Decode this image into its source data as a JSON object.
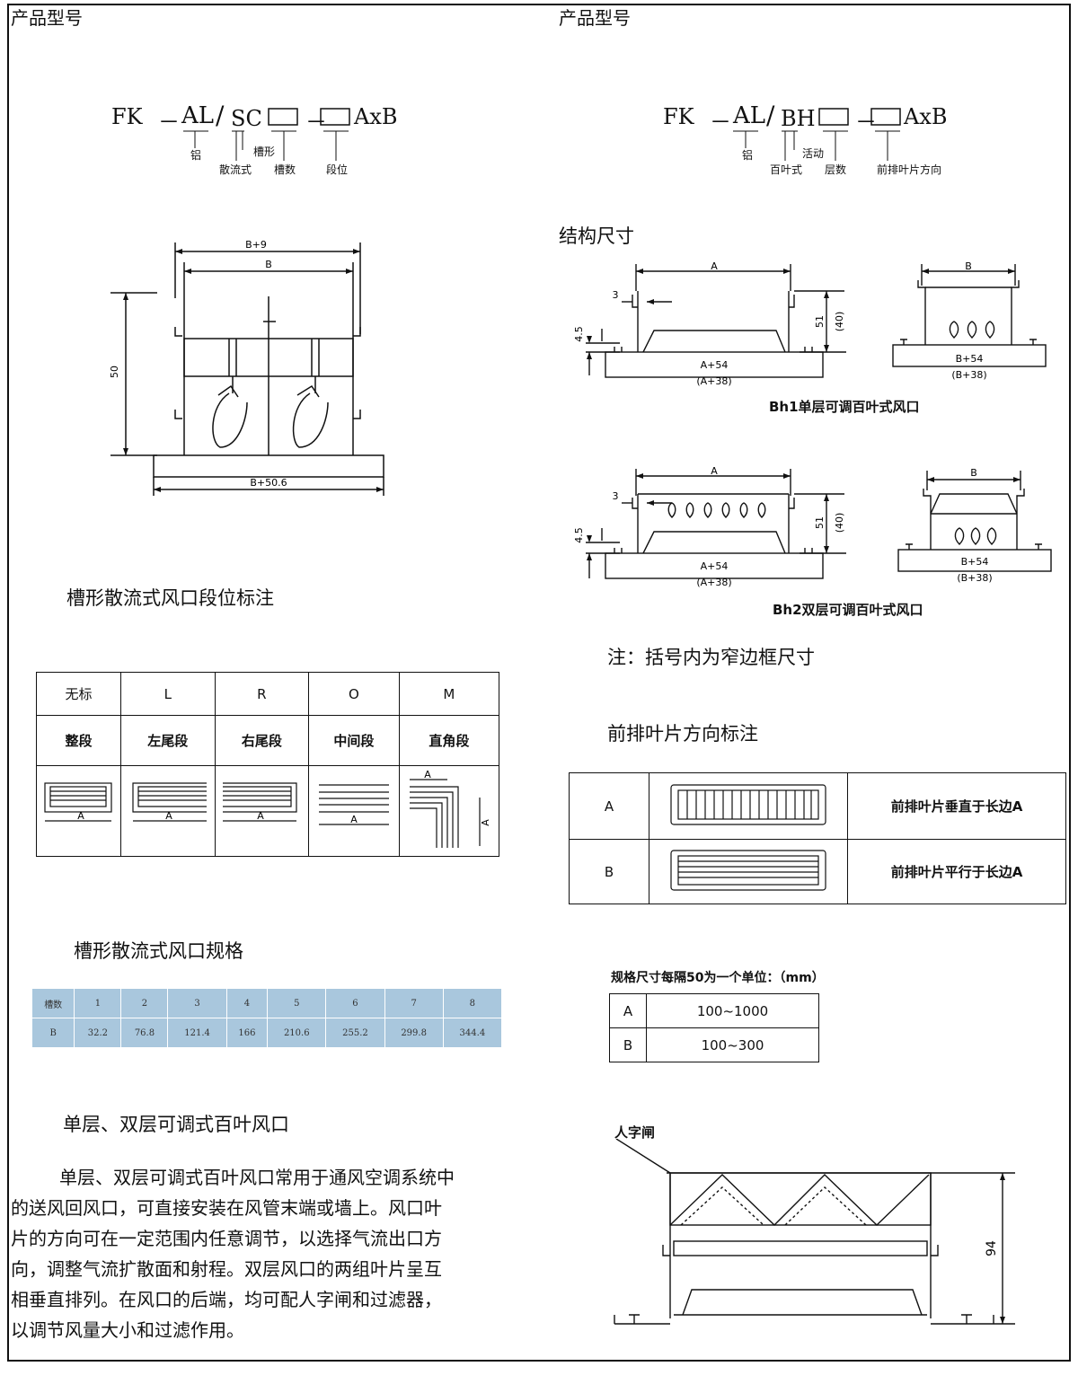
{
  "left": {
    "header": "产品型号",
    "model": {
      "fk": "FK",
      "dash1": "－",
      "al": "AL",
      "slash": "/",
      "sc": "SC",
      "dash2": "－",
      "axb": "AxB",
      "labels": {
        "al": "铝",
        "sc": "散流式",
        "trough": "槽形",
        "count": "槽数",
        "section": "段位"
      }
    },
    "drawing": {
      "top1": "B+9",
      "top2": "B",
      "height": "50",
      "bottom": "B+50.6"
    },
    "segment_title": "槽形散流式风口段位标注",
    "segment_table": {
      "codes": [
        "无标",
        "L",
        "R",
        "O",
        "M"
      ],
      "names": [
        "整段",
        "左尾段",
        "右尾段",
        "中间段",
        "直角段"
      ],
      "dim": "A"
    },
    "spec_title": "槽形散流式风口规格",
    "spec_table": {
      "header": [
        "槽数",
        "1",
        "2",
        "3",
        "4",
        "5",
        "6",
        "7",
        "8"
      ],
      "row": [
        "B",
        "32.2",
        "76.8",
        "121.4",
        "166",
        "210.6",
        "255.2",
        "299.8",
        "344.4"
      ]
    },
    "louver_title": "单层、双层可调式百叶风口",
    "paragraph": [
      "单层、双层可调式百叶风口常用于通风空调系统中",
      "的送风回风口，可直接安装在风管末端或墙上。风口叶",
      "片的方向可在一定范围内任意调节，以选择气流出口方",
      "向，调整气流扩散面和射程。双层风口的两组叶片呈互",
      "相垂直排列。在风口的后端，均可配人字闸和过滤器，",
      "以调节风量大小和过滤作用。"
    ]
  },
  "right": {
    "header": "产品型号",
    "model": {
      "fk": "FK",
      "dash1": "－",
      "al": "AL",
      "slash": "/",
      "bh": "BH",
      "dash2": "－",
      "axb": "AxB",
      "labels": {
        "al": "铝",
        "bh": "百叶式",
        "active": "活动",
        "layers": "层数",
        "front": "前排叶片方向"
      }
    },
    "structure_title": "结构尺寸",
    "bh1": {
      "a": "A",
      "three": "3",
      "four5": "4.5",
      "h51": "51",
      "h40": "(40)",
      "a54": "A+54",
      "a38": "(A+38)",
      "b": "B",
      "b54": "B+54",
      "b38": "(B+38)",
      "caption": "Bh1单层可调百叶式风口"
    },
    "bh2": {
      "a": "A",
      "three": "3",
      "four5": "4.5",
      "h51": "51",
      "h40": "(40)",
      "a54": "A+54",
      "a38": "(A+38)",
      "b": "B",
      "b54": "B+54",
      "b38": "(B+38)",
      "caption": "Bh2双层可调百叶式风口"
    },
    "note": "注：括号内为窄边框尺寸",
    "direction_title": "前排叶片方向标注",
    "direction_table": [
      {
        "code": "A",
        "desc": "前排叶片垂直于长边A"
      },
      {
        "code": "B",
        "desc": "前排叶片平行于长边A"
      }
    ],
    "size_title": "规格尺寸每隔50为一个单位：（mm）",
    "size_table": [
      {
        "code": "A",
        "range": "100~1000"
      },
      {
        "code": "B",
        "range": "100~300"
      }
    ],
    "damper_label": "人字闸",
    "damper_height": "94"
  }
}
